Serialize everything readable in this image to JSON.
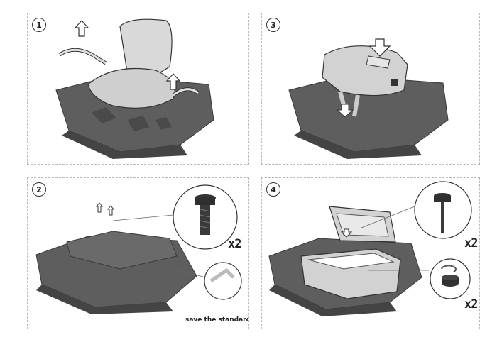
{
  "steps": [
    {
      "number": "1"
    },
    {
      "number": "3"
    },
    {
      "number": "2",
      "quantity": "x2",
      "note": "save the standard bolts"
    },
    {
      "number": "4",
      "quantity_top": "x2",
      "quantity_bottom": "x2"
    }
  ],
  "colors": {
    "machine": "#5e5e5e",
    "machine_dark": "#444444",
    "seat": "#d9d9d9",
    "box": "#d2d2d2",
    "outline": "#2b2b2b",
    "frame": "#b9b9b9"
  }
}
